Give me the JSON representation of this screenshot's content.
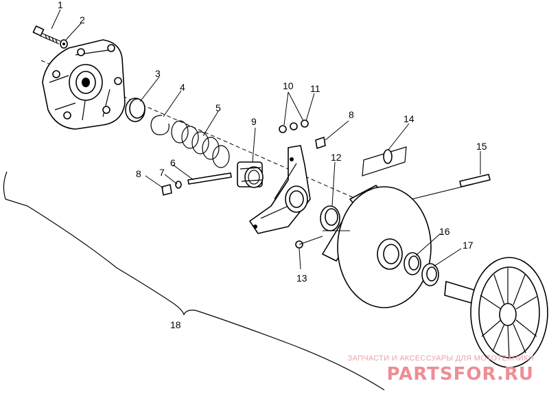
{
  "diagram": {
    "callouts": {
      "c1": "1",
      "c2": "2",
      "c3": "3",
      "c4": "4",
      "c5": "5",
      "c6": "6",
      "c7": "7",
      "c8a": "8",
      "c8b": "8",
      "c9": "9",
      "c10": "10",
      "c11": "11",
      "c12": "12",
      "c13": "13",
      "c14": "14",
      "c15": "15",
      "c16": "16",
      "c17": "17",
      "c18": "18"
    }
  },
  "watermark": {
    "line1": "ЗАПЧАСТИ И АКСЕССУАРЫ ДЛЯ МОТОТЕХНИКИ",
    "logo": "PARTSFOR.RU",
    "color": "#ee8d95"
  }
}
